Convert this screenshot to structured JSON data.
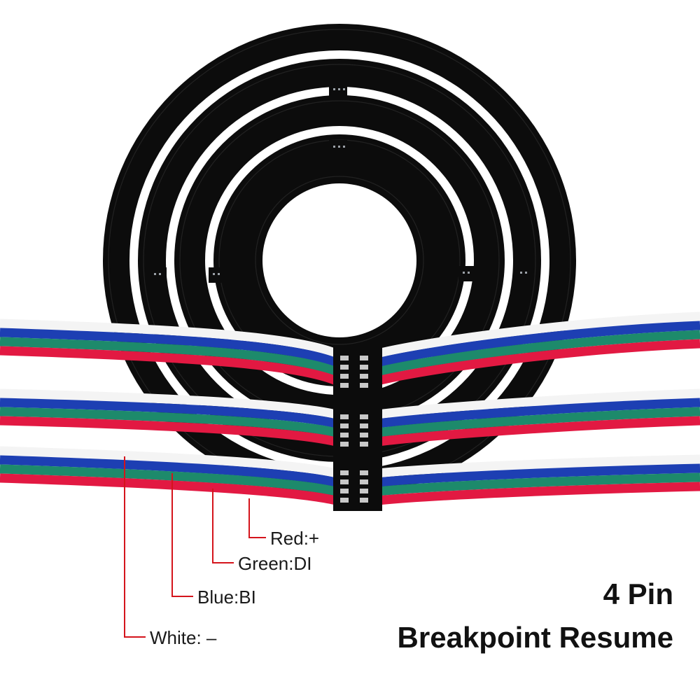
{
  "title": {
    "line1": "4 Pin",
    "line2": "Breakpoint Resume"
  },
  "wire_labels": {
    "red": "Red:+",
    "green": "Green:DI",
    "blue": "Blue:BI",
    "white": "White: –"
  },
  "colors": {
    "pcb": "#0c0c0c",
    "wire_white": "#f4f4f4",
    "wire_blue": "#1d3fb3",
    "wire_green": "#1d8a6b",
    "wire_red": "#e21942",
    "leader_line": "#d4141c",
    "background": "#ffffff"
  },
  "pcb": {
    "description_icon": "concentric-led-ring-pcb-icon",
    "rings": 4
  },
  "cables": {
    "count": 3,
    "wire_order_top_to_bottom": [
      "white",
      "blue",
      "green",
      "red"
    ]
  }
}
